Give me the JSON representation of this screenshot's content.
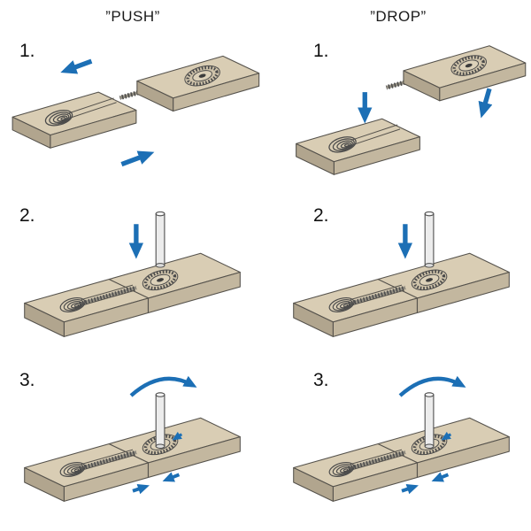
{
  "columns": [
    {
      "id": "push",
      "title": "”PUSH”",
      "steps": [
        {
          "label": "1."
        },
        {
          "label": "2."
        },
        {
          "label": "3."
        }
      ]
    },
    {
      "id": "drop",
      "title": "”DROP”",
      "steps": [
        {
          "label": "1."
        },
        {
          "label": "2."
        },
        {
          "label": "3."
        }
      ]
    }
  ],
  "colors": {
    "panel_top": "#d9cdb4",
    "panel_front": "#c3b79f",
    "panel_end": "#b1a58e",
    "outline": "#55524c",
    "arrow_blue": "#1c6fb5",
    "pin_fill": "#ececec",
    "background": "#ffffff"
  },
  "icons": {
    "cam_fitting": "round knurled connector fitting",
    "spiral_insert": "spiral slot insert",
    "threaded_rod": "threaded connecting rod",
    "locking_pin": "vertical locking pin tool",
    "push_arrows": "horizontal push-together arrows",
    "drop_arrows": "vertical drop-in arrows",
    "down_arrow": "insert pin downward arrow",
    "rotate_arrow": "rotate pin arrow",
    "tighten_arrows": "joint tightening double arrows"
  }
}
